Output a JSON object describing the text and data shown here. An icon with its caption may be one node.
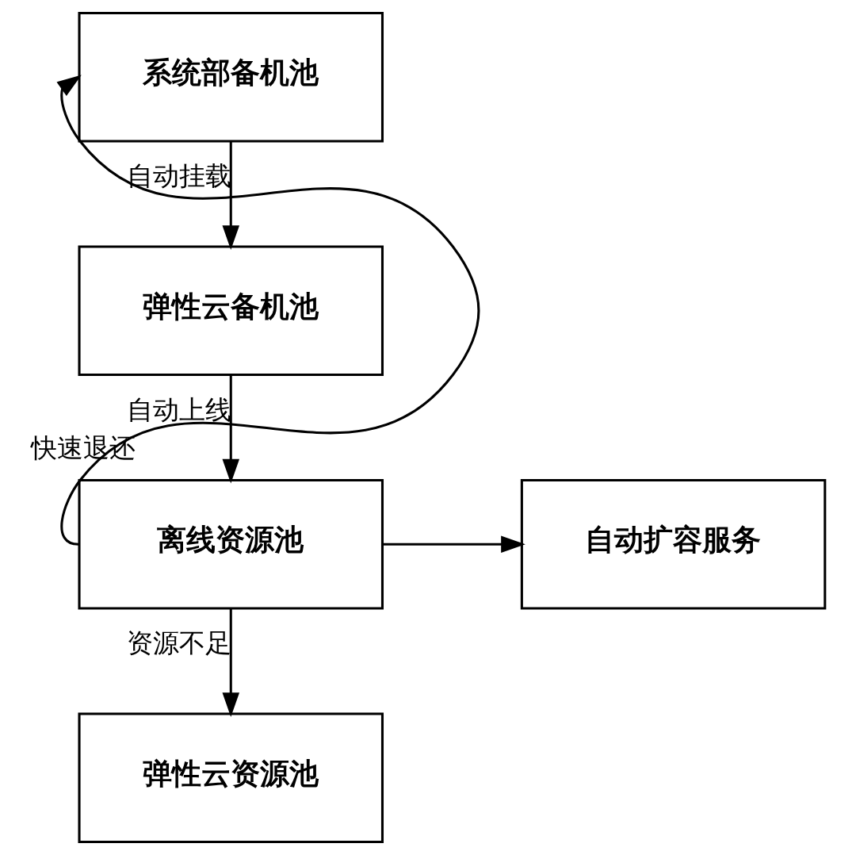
{
  "diagram": {
    "nodes": [
      {
        "text": [
          "系统部备机池"
        ]
      },
      {
        "text": [
          "弹性云备机池"
        ]
      },
      {
        "text": [
          "离线资源池"
        ]
      },
      {
        "text": [
          "自动扩容服务"
        ]
      },
      {
        "text": [
          "弹性云资源池"
        ]
      }
    ],
    "edges": [
      {
        "from": 0,
        "to": 1,
        "arrow": "to",
        "label": "自动挂载"
      },
      {
        "from": 1,
        "to": 2,
        "arrow": "to",
        "label": "自动上线"
      },
      {
        "from": 2,
        "to": 0,
        "arrow": "to",
        "label": "快速退还"
      },
      {
        "from": 2,
        "to": 3,
        "arrow": "to"
      },
      {
        "from": 2,
        "to": 4,
        "arrow": "to",
        "label": "资源不足"
      }
    ]
  }
}
